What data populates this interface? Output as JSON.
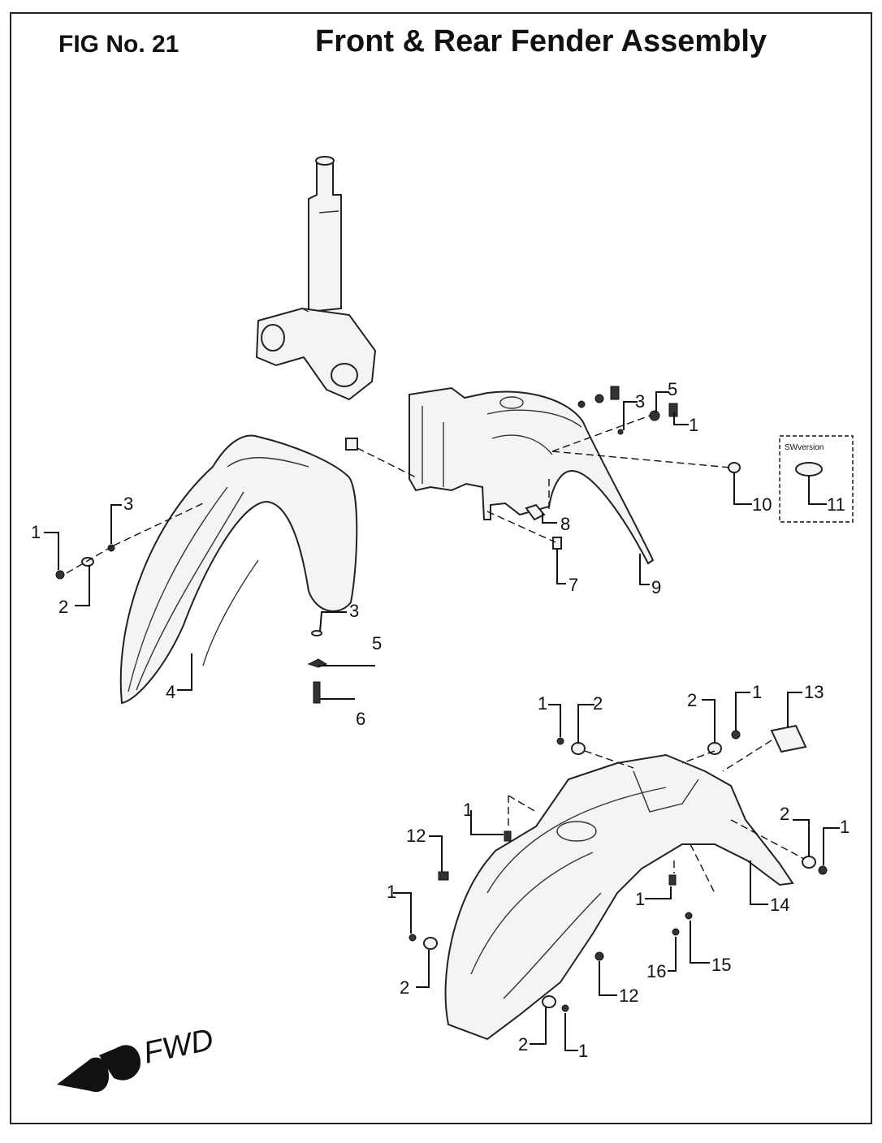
{
  "header": {
    "figure_number": "FIG No. 21",
    "title": "Front & Rear Fender Assembly"
  },
  "direction_indicator": "FWD",
  "variant_box_label": "SWversion",
  "callouts": {
    "front_fender": [
      "1",
      "2",
      "3",
      "4",
      "3",
      "5",
      "6"
    ],
    "inner_front_fender": [
      "5",
      "3",
      "1",
      "8",
      "7",
      "9",
      "10",
      "11"
    ],
    "rear_fender": [
      "1",
      "2",
      "2",
      "1",
      "13",
      "1",
      "12",
      "2",
      "1",
      "1",
      "14",
      "1",
      "2",
      "12",
      "16",
      "15",
      "2",
      "1"
    ]
  }
}
